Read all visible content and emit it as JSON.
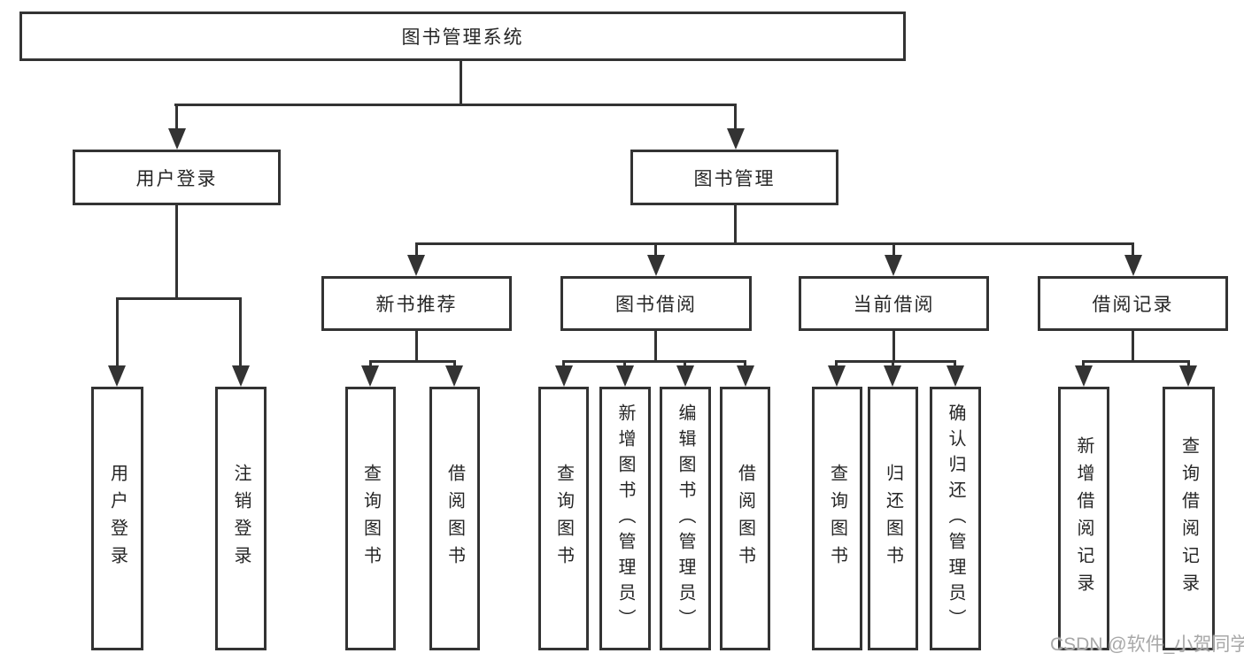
{
  "colors": {
    "line": "#333333",
    "text": "#262626",
    "box_bg": "#ffffff",
    "watermark": "#a8a8a8"
  },
  "nodes": {
    "root": "图书管理系统",
    "user_login": "用户登录",
    "book_management": "图书管理",
    "new_book_recommend": "新书推荐",
    "book_borrow": "图书借阅",
    "current_borrow": "当前借阅",
    "borrow_records": "借阅记录",
    "leaf_user_login": "用户登录",
    "leaf_logout": "注销登录",
    "leaf_query_books_1": "查询图书",
    "leaf_borrow_books_1": "借阅图书",
    "leaf_query_books_2": "查询图书",
    "leaf_add_book_admin": "新增图书（管理员）",
    "leaf_edit_book_admin": "编辑图书（管理员）",
    "leaf_borrow_books_2": "借阅图书",
    "leaf_query_books_3": "查询图书",
    "leaf_return_book": "归还图书",
    "leaf_confirm_return_admin": "确认归还（管理员）",
    "leaf_add_borrow_record": "新增借阅记录",
    "leaf_query_borrow_record": "查询借阅记录"
  },
  "watermark": "CSDN @软件_小贺同学"
}
